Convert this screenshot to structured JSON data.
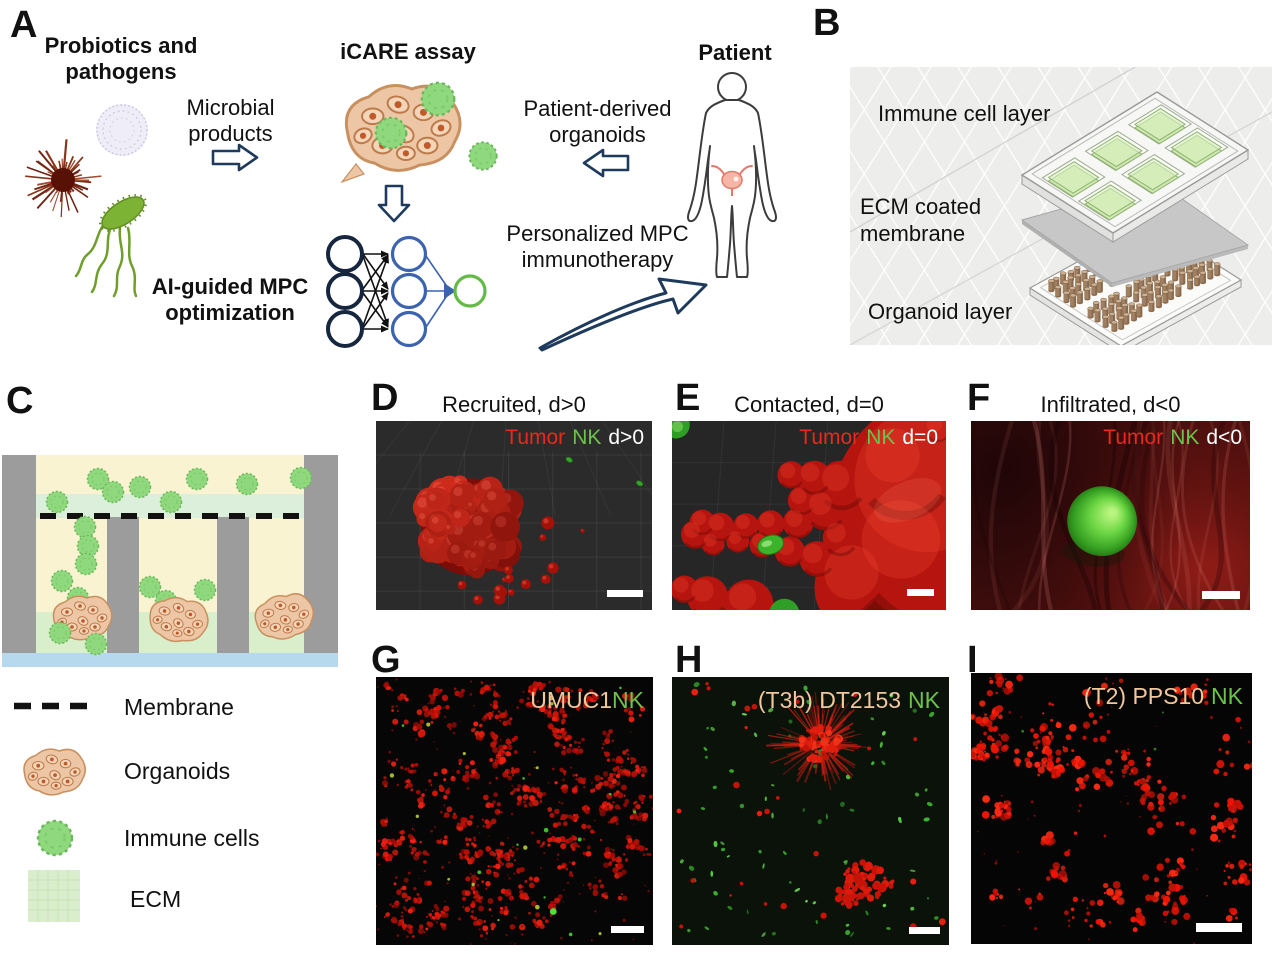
{
  "a": {
    "label": "A",
    "probiotics": "Probiotics and\npathogens",
    "microbial": "Microbial\nproducts",
    "icare": "iCARE assay",
    "ai": "AI-guided MPC\noptimization",
    "patient_derived": "Patient-derived\norganoids",
    "patient": "Patient",
    "personalized": "Personalized MPC\nimmunotherapy"
  },
  "b": {
    "label": "B",
    "immune_layer": "Immune cell layer",
    "ecm_membrane": "ECM coated\nmembrane",
    "organoid_layer": "Organoid layer"
  },
  "c": {
    "label": "C",
    "legend": {
      "membrane": "Membrane",
      "organoids": "Organoids",
      "immune_cells": "Immune cells",
      "ecm": "ECM"
    }
  },
  "d": {
    "label": "D",
    "title": "Recruited, d>0",
    "tumor": "Tumor",
    "nk": "NK",
    "dist": "d>0",
    "render": {
      "style": "organoid3d",
      "bg": "#2b2b2b",
      "cluster_x": 0.34,
      "cluster_y": 0.56,
      "cluster_r": 0.185,
      "satellites": 15,
      "greens": [
        [
          0.7,
          0.205
        ],
        [
          0.955,
          0.33
        ]
      ],
      "seed": 7
    }
  },
  "e": {
    "label": "E",
    "title": "Contacted, d=0",
    "tumor": "Tumor",
    "nk": "NK",
    "dist": "d=0",
    "render": {
      "style": "contact",
      "bg": "#262626",
      "seed": 11
    }
  },
  "f": {
    "label": "F",
    "title": "Infiltrated, d<0",
    "tumor": "Tumor",
    "nk": "NK",
    "dist": "d<0",
    "render": {
      "style": "infiltrated",
      "bg": "#4a100e",
      "sphere": [
        0.47,
        0.53,
        0.125
      ],
      "seed": 5
    }
  },
  "g": {
    "label": "G",
    "name": "UMUC1",
    "nk": "NK",
    "render": {
      "style": "speckle",
      "bg": "#060606",
      "red_clusters": 160,
      "red_palette": [
        "#d21408",
        "#b81006",
        "#ee2113",
        "#9c0c04"
      ],
      "green_dots": 24,
      "green_palette": [
        "#46bb2e",
        "#a8b832"
      ],
      "bright_green": [
        0.64,
        0.875
      ],
      "seed": 3
    }
  },
  "h": {
    "label": "H",
    "name": "(T3b) DT2153",
    "nk": "NK",
    "render": {
      "style": "sparse",
      "bg": "#0a120a",
      "green_dots": 82,
      "red_dots": 26,
      "spiky": [
        0.535,
        0.25,
        36
      ],
      "blob": [
        0.7,
        0.76,
        24
      ],
      "seed": 9
    }
  },
  "i": {
    "label": "I",
    "name": "(T2) PPS10",
    "nk": "NK",
    "render": {
      "style": "speckle",
      "bg": "#050505",
      "red_clusters": 50,
      "cluster_scale": 1.9,
      "red_palette": [
        "#ec1506",
        "#c51105",
        "#ff2a12"
      ],
      "green_dots": 3,
      "green_palette": [
        "#2e7a22"
      ],
      "seed": 13
    }
  },
  "colors": {
    "tumor_red": "#e8291c",
    "nk_green": "#6cc24b",
    "label_salmon": "#f2c79e",
    "arrow_navy": "#1e3a5c",
    "ecm_green": "#daeecd",
    "immune_green": "#90d87d",
    "organoid_tan": "#edc7a5"
  }
}
